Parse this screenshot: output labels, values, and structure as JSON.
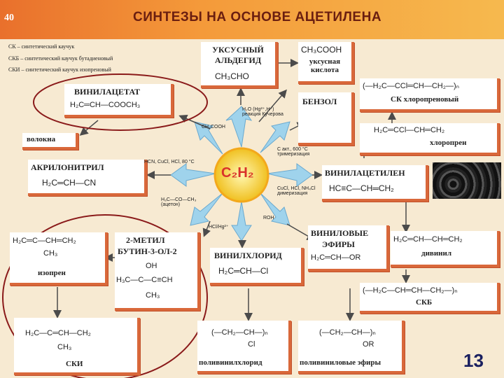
{
  "header": {
    "page_number": "40",
    "title": "СИНТЕЗЫ НА ОСНОВЕ АЦЕТИЛЕНА"
  },
  "legend": [
    "СК – синтетический каучук",
    "СКБ – синтетический каучук бутадиеновый",
    "СКИ – синтетический каучук изопреновый"
  ],
  "center": {
    "formula": "C₂H₂"
  },
  "boxes": {
    "acetaldehyde": {
      "name": "УКСУСНЫЙ АЛЬДЕГИД",
      "formula": "CH₃CHO"
    },
    "acetic_acid": {
      "formula": "CH₃COOH",
      "name": "уксусная кислота"
    },
    "vinyl_acetate": {
      "name": "ВИНИЛАЦЕТАТ",
      "formula": "H₂C═CH—COOCH₃"
    },
    "fibers": {
      "name": "волокна"
    },
    "benzene": {
      "name": "БЕНЗОЛ"
    },
    "chloroprene_rubber": {
      "formula": "(—H₂C—CCl═CH—CH₂—)ₙ",
      "name": "СК хлоропреновый"
    },
    "chloroprene": {
      "formula": "H₂C═CCl—CH═CH₂",
      "name": "хлоропрен"
    },
    "acrylonitrile": {
      "name": "АКРИЛОНИТРИЛ",
      "formula": "H₂C═CH—CN"
    },
    "vinylacetylene": {
      "name": "ВИНИЛАЦЕТИЛЕН",
      "formula": "HC≡C—CH═CH₂"
    },
    "isoprene": {
      "formula_main": "H₂C═C—CH═CH₂",
      "formula_sub": "CH₃",
      "name": "изопрен"
    },
    "methylbutynol": {
      "name1": "2-МЕТИЛ",
      "name2": "БУТИН-3-ОЛ-2",
      "oh": "OH",
      "formula": "H₃C—C—C≡CH",
      "ch3": "CH₃"
    },
    "vinyl_chloride": {
      "name": "ВИНИЛХЛОРИД",
      "formula": "H₂C═CH—Cl"
    },
    "vinyl_ethers": {
      "name1": "ВИНИЛОВЫЕ",
      "name2": "ЭФИРЫ",
      "formula": "H₂C═CH—OR"
    },
    "divinyl": {
      "formula": "H₂C═CH—CH═CH₂",
      "name": "дивинил"
    },
    "skb": {
      "formula": "(—H₂C—CH═CH—CH₂—)ₙ",
      "name": "СКБ"
    },
    "ski": {
      "formula_main": "H₂C—C═CH—CH₂",
      "formula_sub": "CH₃",
      "name": "СКИ"
    },
    "pvc": {
      "formula": "(—CH₂—CH—)ₙ",
      "sub": "Cl",
      "name": "поливинилхлорид"
    },
    "polyvinyl_ethers": {
      "formula": "(—CH₂—CH—)ₙ",
      "sub": "OR",
      "name": "поливиниловые эфиры"
    }
  },
  "conditions": {
    "kucherov": "H₂O (Hg²⁺,H⁺) реакция Кучерова",
    "ch3cooh": "CH₃COOH",
    "trimer": "C акт., 600 °C тримеризация",
    "hcn": "HCN, CuCl, HCl, 80 °C",
    "dimer": "CuCl, HCl, NH₄Cl димеризация",
    "acetone": "H₃C—CO—CH₃ (ацетон)",
    "hcl": "HCl/Hg²⁺",
    "roh": "ROH"
  },
  "slide_number": "13"
}
